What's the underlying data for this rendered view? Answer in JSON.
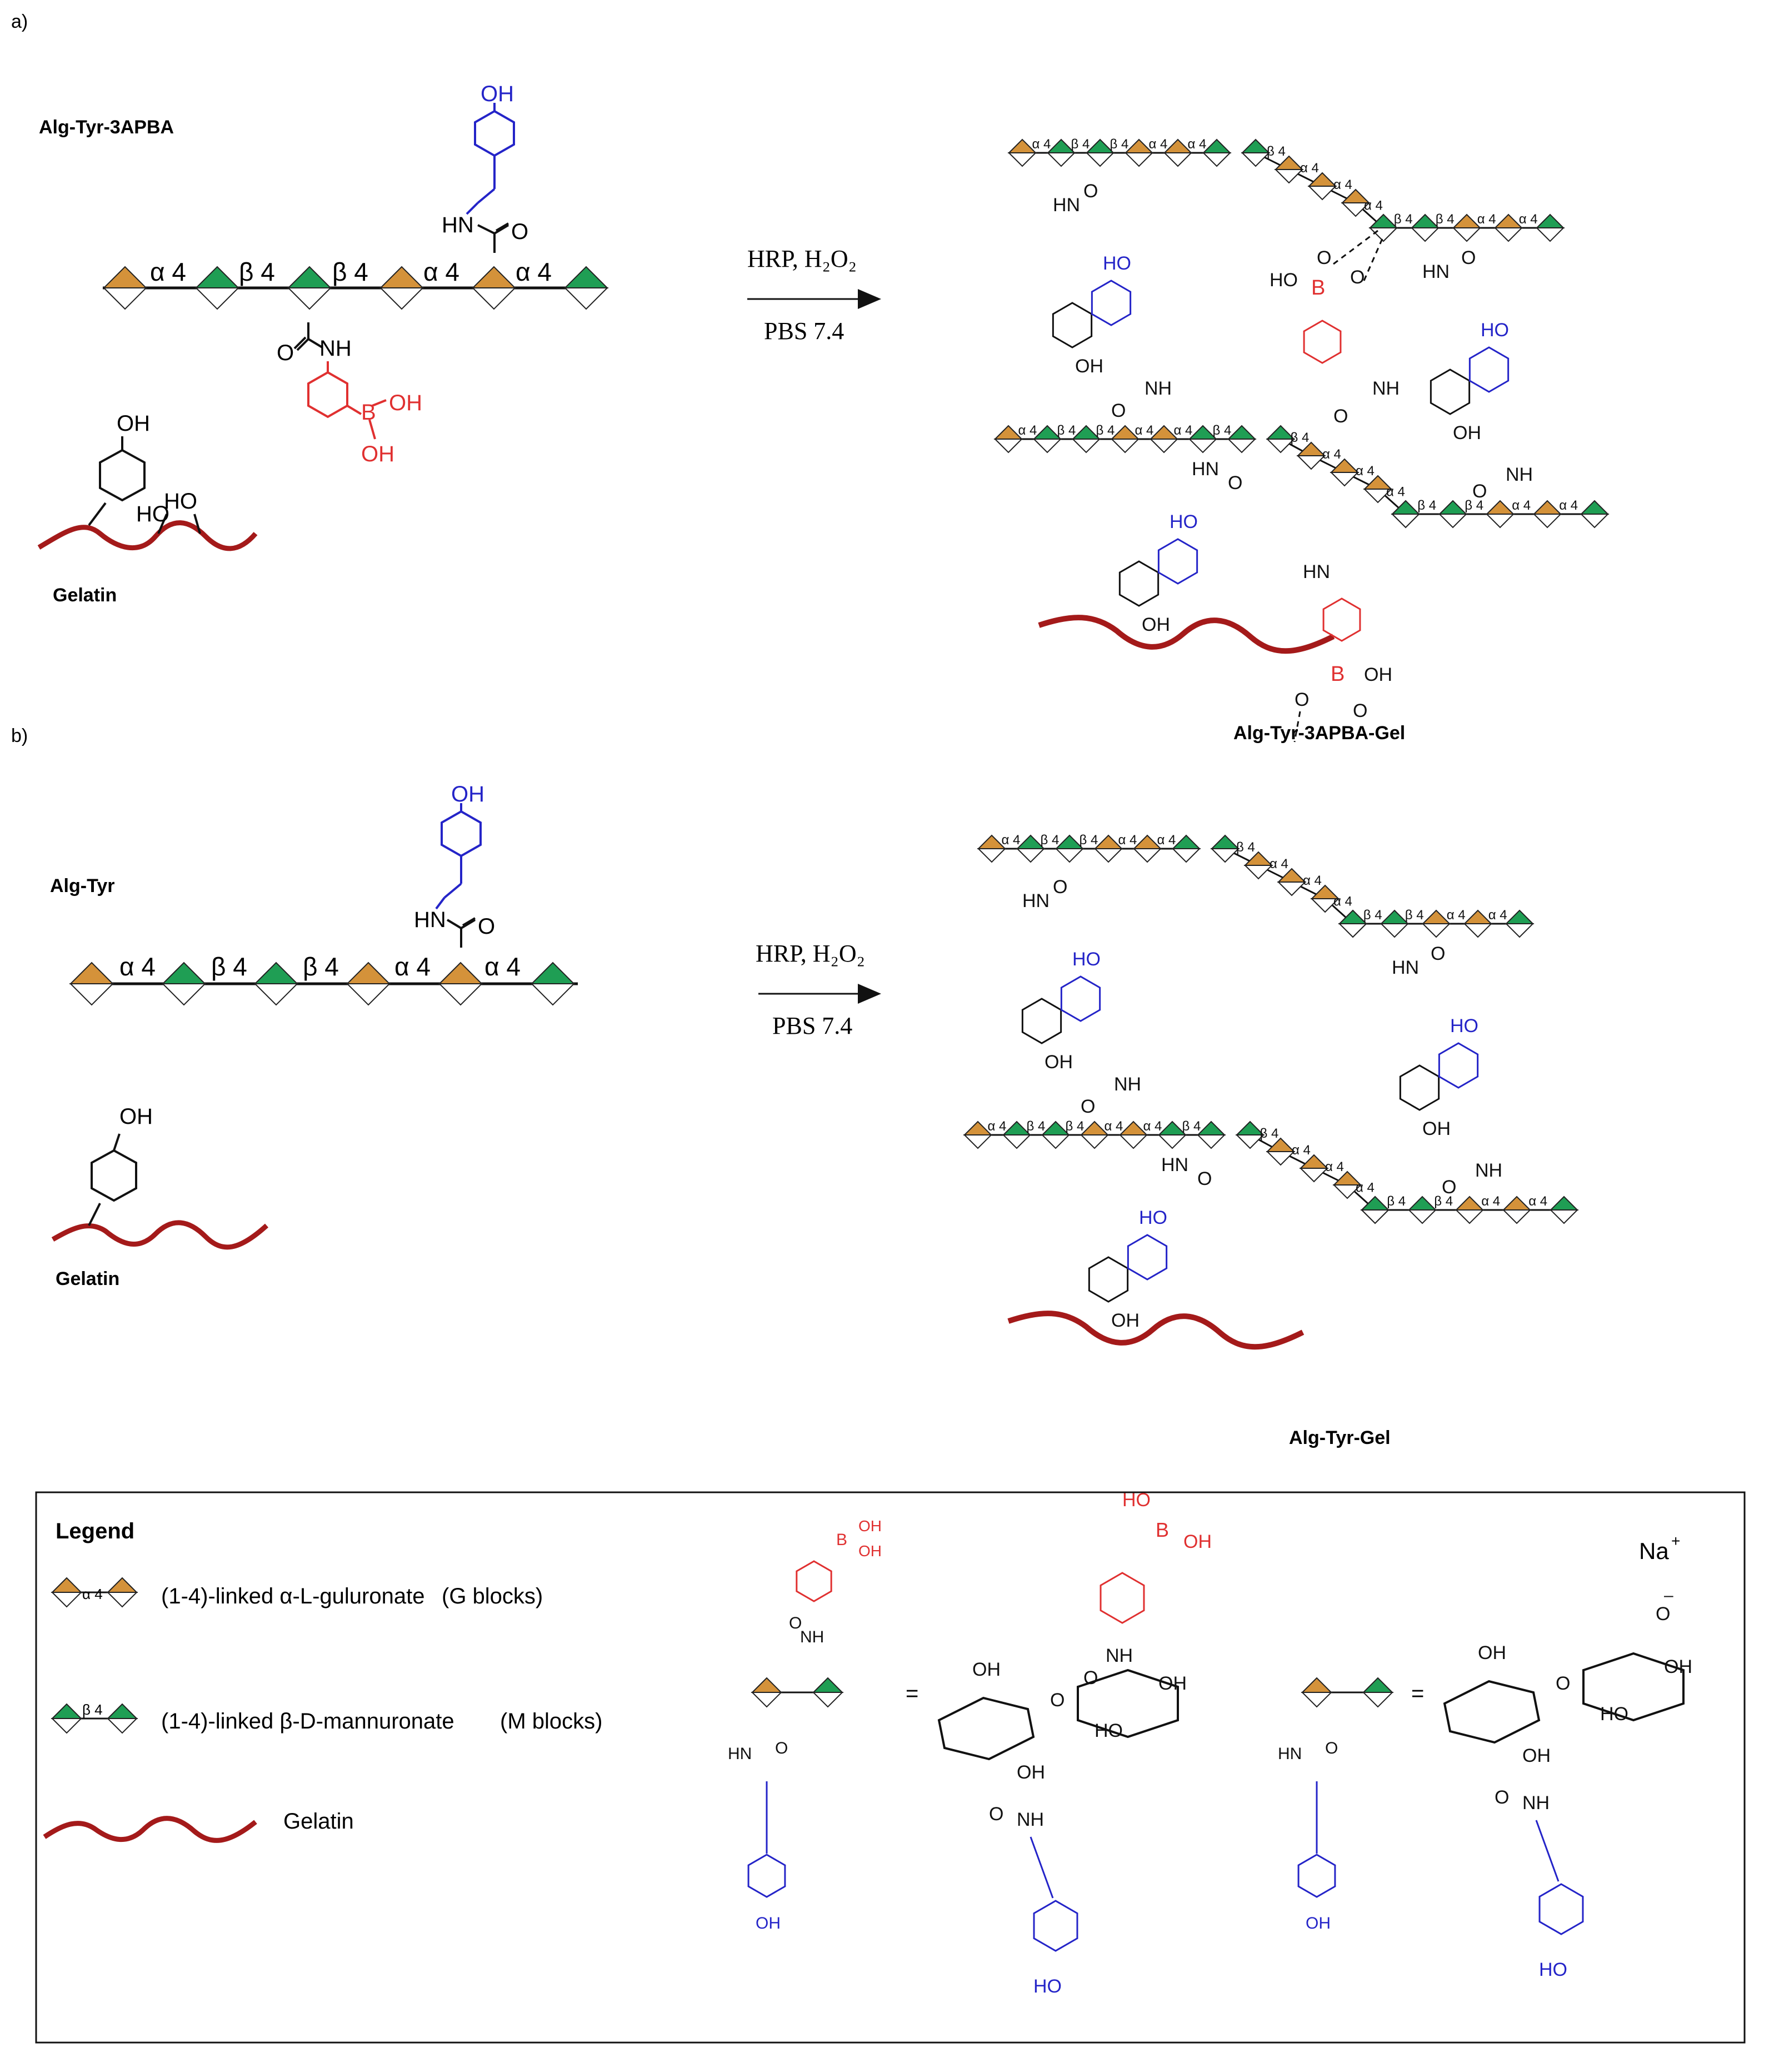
{
  "panel_a": {
    "tag": "a)",
    "reactant_label": "Alg-Tyr-3APBA",
    "gelatin_label": "Gelatin",
    "reagents": "HRP, H₂O₂",
    "conditions": "PBS 7.4",
    "product_label": "Alg-Tyr-3APBA-Gel"
  },
  "panel_b": {
    "tag": "b)",
    "reactant_label": "Alg-Tyr",
    "gelatin_label": "Gelatin",
    "reagents": "HRP, H₂O₂",
    "conditions": "PBS 7.4",
    "product_label": "Alg-Tyr-Gel"
  },
  "linkages": {
    "alpha": "α 4",
    "beta": "β 4"
  },
  "atoms": {
    "OH": "OH",
    "HO": "HO",
    "NH": "NH",
    "HN": "HN",
    "O": "O",
    "B": "B",
    "Na_plus": "Na",
    "plus": "+",
    "minus": "–",
    "eq": "="
  },
  "legend": {
    "title": "Legend",
    "g_block": "(1-4)-linked α-L-guluronate",
    "g_block_note": "(G blocks)",
    "m_block": "(1-4)-linked β-D-mannuronate",
    "m_block_note": "(M blocks)",
    "gelatin": "Gelatin"
  },
  "colors": {
    "g_unit": "#D4923A",
    "m_unit": "#1F9E54",
    "gelatin": "#A41A1A",
    "tyramine": "#2424C8",
    "boronic": "#E03030",
    "ink": "#111111"
  }
}
